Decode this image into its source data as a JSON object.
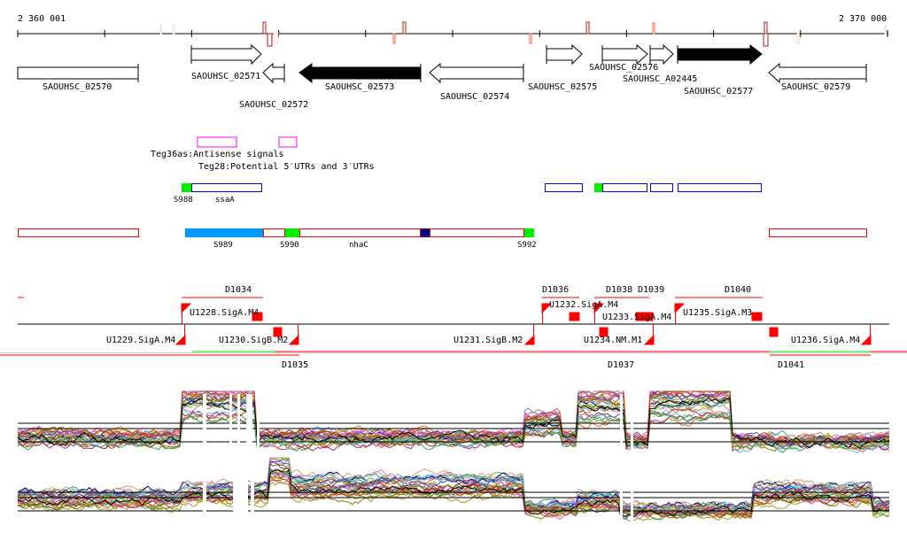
{
  "ruler": {
    "start_label": "2 360 001",
    "end_label": "2 370 000",
    "start": 2360001,
    "end": 2370000
  },
  "genes": [
    {
      "name": "SAOUHSC_02570"
    },
    {
      "name": "SAOUHSC_02571"
    },
    {
      "name": "SAOUHSC_02572"
    },
    {
      "name": "SAOUHSC_02573"
    },
    {
      "name": "SAOUHSC_02574"
    },
    {
      "name": "SAOUHSC_02575"
    },
    {
      "name": "SAOUHSC_02576"
    },
    {
      "name": "SAOUHSC_A02445"
    },
    {
      "name": "SAOUHSC_02577"
    },
    {
      "name": "SAOUHSC_02579"
    }
  ],
  "rna_features": [
    {
      "label": "Teg36as:Antisense signals"
    },
    {
      "label": "Teg28:Potential 5′UTRs and 3′UTRs"
    }
  ],
  "operons_top": {
    "labels": [
      "S988",
      "ssaA"
    ]
  },
  "operons_bottom": {
    "labels": [
      "S989",
      "S990",
      "nhaC",
      "S992"
    ]
  },
  "promoters": {
    "above": [
      "U1228.SigA.M4",
      "U1232.SigA.M4",
      "U1233.SigA.M4",
      "U1235.SigA.M3"
    ],
    "below": [
      "U1229.SigA.M4",
      "U1230.SigB.M2",
      "U1231.SigB.M2",
      "U1234.NM.M1",
      "U1236.SigA.M4"
    ],
    "terminators_above": [
      "D1034",
      "D1036",
      "D1038",
      "D1039",
      "D1040"
    ],
    "terminators_below": [
      "D1035",
      "D1037",
      "D1041"
    ]
  },
  "colors": {
    "flag": "#ff0000",
    "operon_edge": "#0000ff",
    "sigB": "#00ee00",
    "blue_segment": "#0099ff",
    "navy_segment": "#000080",
    "rna": "#ff00ff"
  },
  "expression": {
    "tracks": [
      {
        "segments": [
          [
            2360001,
            3
          ],
          [
            2361880,
            7.5
          ],
          [
            2362750,
            3
          ],
          [
            2365830,
            5
          ],
          [
            2366250,
            2.8
          ],
          [
            2366440,
            7.2
          ],
          [
            2367010,
            2.6
          ],
          [
            2367270,
            7.6
          ],
          [
            2368220,
            2.5
          ]
        ]
      },
      {
        "segments": [
          [
            2360001,
            4
          ],
          [
            2361880,
            4.8
          ],
          [
            2362880,
            8.4
          ],
          [
            2363150,
            5.8
          ],
          [
            2365830,
            2.6
          ],
          [
            2366440,
            3.6
          ],
          [
            2366930,
            2.4
          ],
          [
            2368450,
            4.8
          ],
          [
            2369850,
            2.8
          ]
        ]
      }
    ],
    "series_count": 26
  }
}
